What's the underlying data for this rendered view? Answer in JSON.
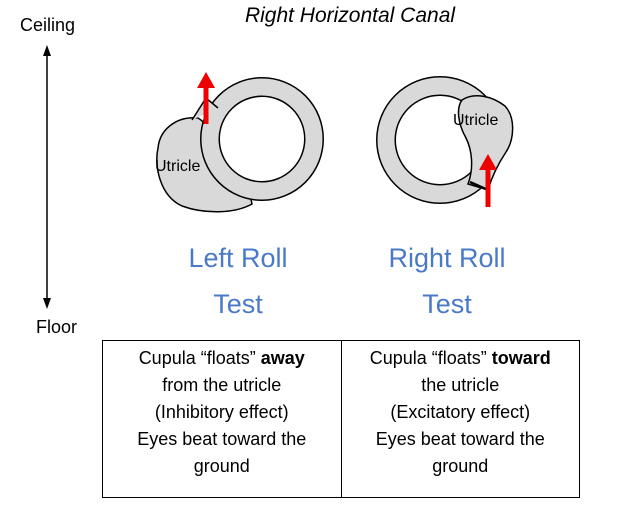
{
  "title": "Right Horizontal Canal",
  "axis": {
    "top_label": "Ceiling",
    "bottom_label": "Floor"
  },
  "diagrams": {
    "left": {
      "utricle_label": "Utricle",
      "test_line1": "Left Roll",
      "test_line2": "Test"
    },
    "right": {
      "utricle_label": "Utricle",
      "test_line1": "Right Roll",
      "test_line2": "Test"
    }
  },
  "table": {
    "left": {
      "line1_pre": "Cupula “floats” ",
      "line1_bold": "away",
      "line2": "from the utricle",
      "line3": "(Inhibitory effect)",
      "line4": "Eyes beat toward the",
      "line5": "ground"
    },
    "right": {
      "line1_pre": "Cupula “floats” ",
      "line1_bold": "toward",
      "line2": "the utricle",
      "line3": "(Excitatory effect)",
      "line4": "Eyes beat toward the",
      "line5": "ground"
    }
  },
  "colors": {
    "arrow": "#ee0000",
    "canal_fill": "#d9d9d9",
    "test_text": "#4a7ac7"
  }
}
